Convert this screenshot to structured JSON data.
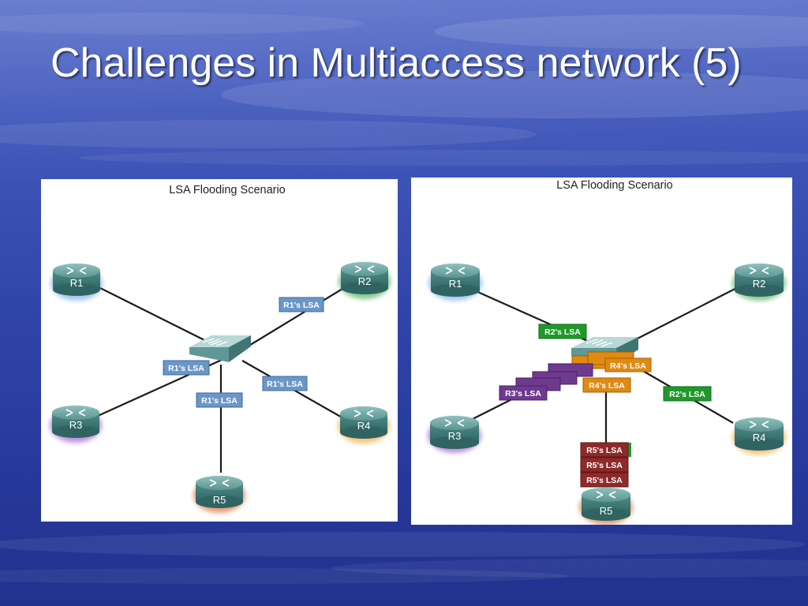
{
  "title": "Challenges in Multiaccess network (5)",
  "colors": {
    "background": "#2f43a6",
    "blue_lsa": "#6b96c8",
    "green_lsa": "#1f9a2a",
    "purple_lsa": "#6e3a8e",
    "orange_lsa": "#e08a12",
    "red_lsa": "#8e2a2a"
  },
  "diagram_left": {
    "title": "LSA Flooding Scenario",
    "routers": [
      {
        "id": "R1",
        "label": "R1",
        "glow": "#5a9ae0"
      },
      {
        "id": "R2",
        "label": "R2",
        "glow": "#2a9a3a"
      },
      {
        "id": "R3",
        "label": "R3",
        "glow": "#8a3ac0"
      },
      {
        "id": "R4",
        "label": "R4",
        "glow": "#f0a020"
      },
      {
        "id": "R5",
        "label": "R5",
        "glow": "#d06020"
      }
    ],
    "lsa_labels": [
      "R1's LSA",
      "R1's LSA",
      "R1's LSA",
      "R1's LSA"
    ]
  },
  "diagram_right": {
    "title": "LSA Flooding Scenario",
    "routers": [
      {
        "id": "R1",
        "label": "R1",
        "glow": "#5a9ae0"
      },
      {
        "id": "R2",
        "label": "R2",
        "glow": "#2a9a3a"
      },
      {
        "id": "R3",
        "label": "R3",
        "glow": "#8a3ac0"
      },
      {
        "id": "R4",
        "label": "R4",
        "glow": "#f0a020"
      },
      {
        "id": "R5",
        "label": "R5",
        "glow": "#d06020"
      }
    ],
    "lsa_labels": {
      "r2_top": "R2's LSA",
      "r2_right": "R2's LSA",
      "r3_front": "R3's LSA",
      "r4_front": "R4's LSA",
      "r4_low": "R4's LSA",
      "r5_a": "R5's LSA",
      "r5_b": "R5's LSA",
      "r5_c": "R5's LSA"
    }
  }
}
